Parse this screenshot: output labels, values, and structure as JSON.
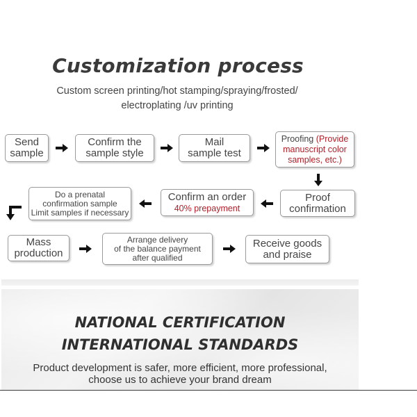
{
  "header": {
    "title": "Customization process",
    "subtitle_line1": "Custom screen printing/hot stamping/spraying/frosted/",
    "subtitle_line2": "electroplating /uv printing"
  },
  "steps": {
    "send_sample": [
      "Send",
      "sample"
    ],
    "confirm_style": [
      "Confirm the",
      "sample style"
    ],
    "mail_test": [
      "Mail",
      "sample test"
    ],
    "proofing": {
      "label": "Proofing",
      "note_line1": "(Provide",
      "note_line2": "manuscript color",
      "note_line3": "samples, etc.)"
    },
    "proof_confirmation": [
      "Proof",
      "confirmation"
    ],
    "confirm_order": {
      "label": "Confirm an order",
      "note": "40% prepayment"
    },
    "prenatal": [
      "Do a prenatal",
      "confirmation sample",
      "Limit samples if necessary"
    ],
    "mass_production": [
      "Mass",
      "production"
    ],
    "arrange_delivery": [
      "Arrange delivery",
      "of the balance payment",
      "after qualified"
    ],
    "receive_goods": [
      "Receive goods",
      "and praise"
    ]
  },
  "certification": {
    "title_line1": "NATIONAL  CERTIFICATION",
    "title_line2": "INTERNATIONAL STANDARDS",
    "text_line1": "Product development is safer, more efficient, more professional,",
    "text_line2": "choose us to achieve your brand dream"
  },
  "icons": {
    "arrow": "arrow-icon",
    "color": "#111111"
  },
  "colors": {
    "accent_red": "#b2202a",
    "text": "#444444"
  }
}
